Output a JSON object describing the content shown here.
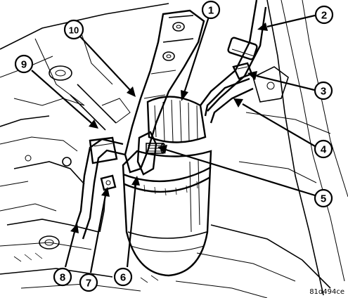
{
  "figure_code": "81d494ce",
  "callouts": [
    "1",
    "2",
    "3",
    "4",
    "5",
    "6",
    "7",
    "8",
    "9",
    "10"
  ]
}
